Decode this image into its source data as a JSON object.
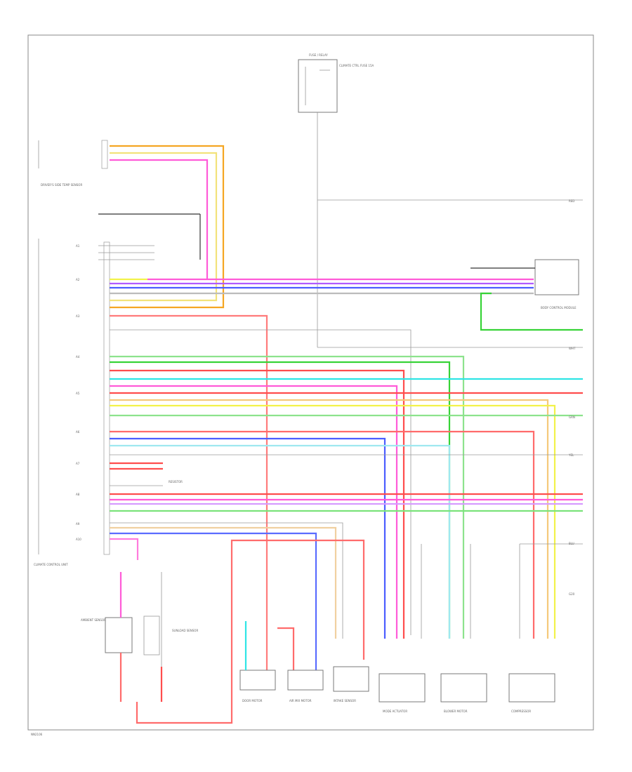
{
  "diagram": {
    "footer_code": "NN2106",
    "main_unit_label": "CLIMATE CONTROL UNIT",
    "top_fuse_label": "FUSE / RELAY",
    "top_fuse_desc": "CLIMATE CTRL FUSE 15A",
    "left_top_label": "DRIVER'S SIDE TEMP SENSOR",
    "ground_label": "G20",
    "right_module_label": "BODY CONTROL MODULE",
    "wire_right_labels": [
      "GRN",
      "YEL",
      "BLU",
      "RED",
      "WHT"
    ],
    "pin_labels": [
      "A1",
      "A2",
      "A3",
      "A4",
      "A5",
      "A6",
      "A7",
      "A8",
      "A9",
      "A10"
    ],
    "bottom_labels": [
      "DOOR MOTOR",
      "AIR MIX MOTOR",
      "INTAKE SENSOR",
      "MODE ACTUATOR",
      "BLOWER MOTOR",
      "COMPRESSOR"
    ],
    "left_bottom_labels": [
      "AMBIENT SENSOR",
      "SUNLOAD SENSOR"
    ],
    "resistor_label": "RESISTOR"
  },
  "colors": {
    "red": "#ff4d4d",
    "pink": "#ff5bd8",
    "blue": "#4b5cff",
    "orange": "#f5a623",
    "green": "#37d337",
    "lightgreen": "#7be37b",
    "cyan": "#2ee5e5",
    "yellow": "#f2f24a",
    "gray": "#9a9a9a",
    "violet": "#b05bff"
  }
}
